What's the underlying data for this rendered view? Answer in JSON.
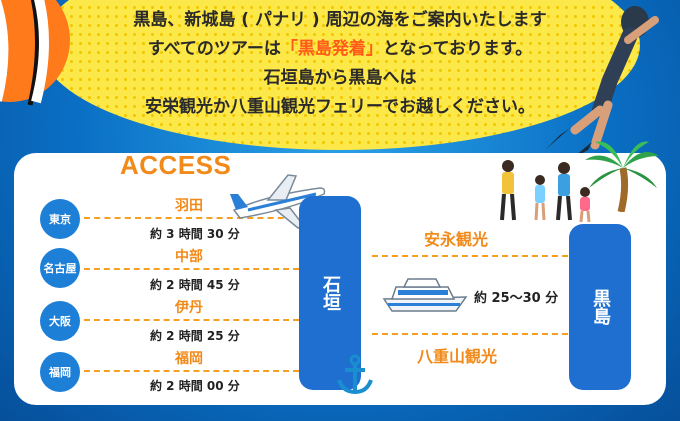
{
  "intro": {
    "line1": "黒島、新城島 ( パナリ ) 周辺の海をご案内いたします",
    "line2_pre": "すべてのツアーは",
    "line2_highlight": "「黒島発着」",
    "line2_post": "となっております。",
    "line3": "石垣島から黒島へは",
    "line4": "安栄観光か八重山観光フェリーでお越しください。"
  },
  "access": {
    "title": "ACCESS",
    "routes": [
      {
        "city": "東京",
        "airport": "羽田",
        "time": "約 3 時間 30 分"
      },
      {
        "city": "名古屋",
        "airport": "中部",
        "time": "約 2 時間 45 分"
      },
      {
        "city": "大阪",
        "airport": "伊丹",
        "time": "約 2 時間 25 分"
      },
      {
        "city": "福岡",
        "airport": "福岡",
        "time": "約 2 時間 00 分"
      }
    ],
    "ishigaki": "石垣",
    "kuroshima": "黒島",
    "ferries": [
      "安永観光",
      "八重山観光"
    ],
    "ferry_time": "約 25〜30 分"
  },
  "colors": {
    "ocean": "#0a6fc4",
    "bubble": "#fde84a",
    "accent_orange": "#f28a1a",
    "highlight_red": "#ff5a1a",
    "pillar_blue": "#1e6fd0"
  },
  "icons": [
    "clownfish-icon",
    "snorkeler-icon",
    "airplane-icon",
    "ferry-icon",
    "anchor-icon",
    "palm-tree-icon",
    "tourists-icon"
  ]
}
